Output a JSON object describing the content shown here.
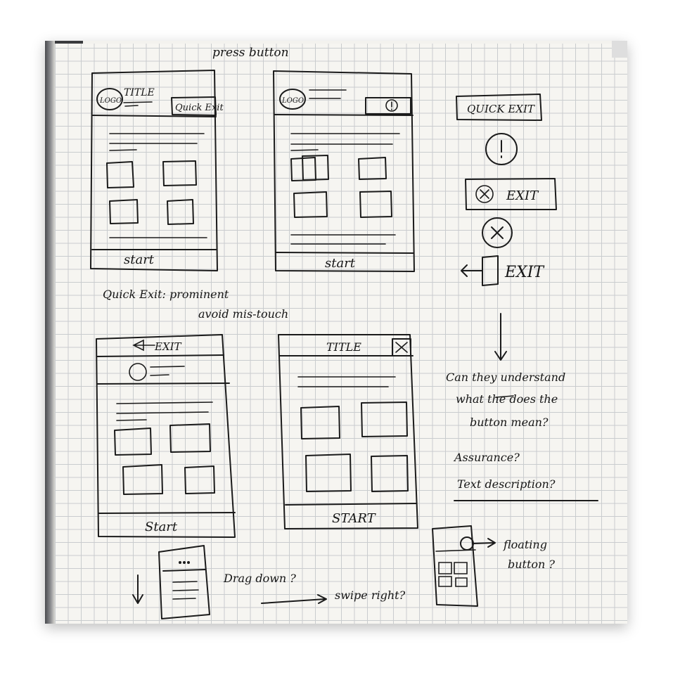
{
  "notes": {
    "press_button": "press button",
    "quick_exit_prominent": "Quick Exit: prominent",
    "avoid_mis_touch": "avoid mis-touch",
    "can_they_understand": "Can they understand",
    "what_does_the": "what the does the",
    "button_mean": "button mean?",
    "assurance": "Assurance?",
    "text_description": "Text description?",
    "drag_down": "Drag down ?",
    "swipe_right": "swipe right?",
    "floating": "floating",
    "button_q": "button ?"
  },
  "sketch1": {
    "logo": "LOGO",
    "title": "TITLE",
    "quick_exit": "Quick Exit",
    "start": "start"
  },
  "sketch2": {
    "logo": "LOGO",
    "start": "start"
  },
  "options": {
    "quick_exit": "QUICK EXIT",
    "exit1": "EXIT",
    "exit2": "EXIT"
  },
  "sketch3": {
    "exit": "EXIT",
    "start": "Start"
  },
  "sketch4": {
    "title": "TITLE",
    "start": "START"
  },
  "colors": {
    "ink": "#1b1b1b",
    "paper": "#f6f5f1",
    "grid": "#c9ccce"
  }
}
